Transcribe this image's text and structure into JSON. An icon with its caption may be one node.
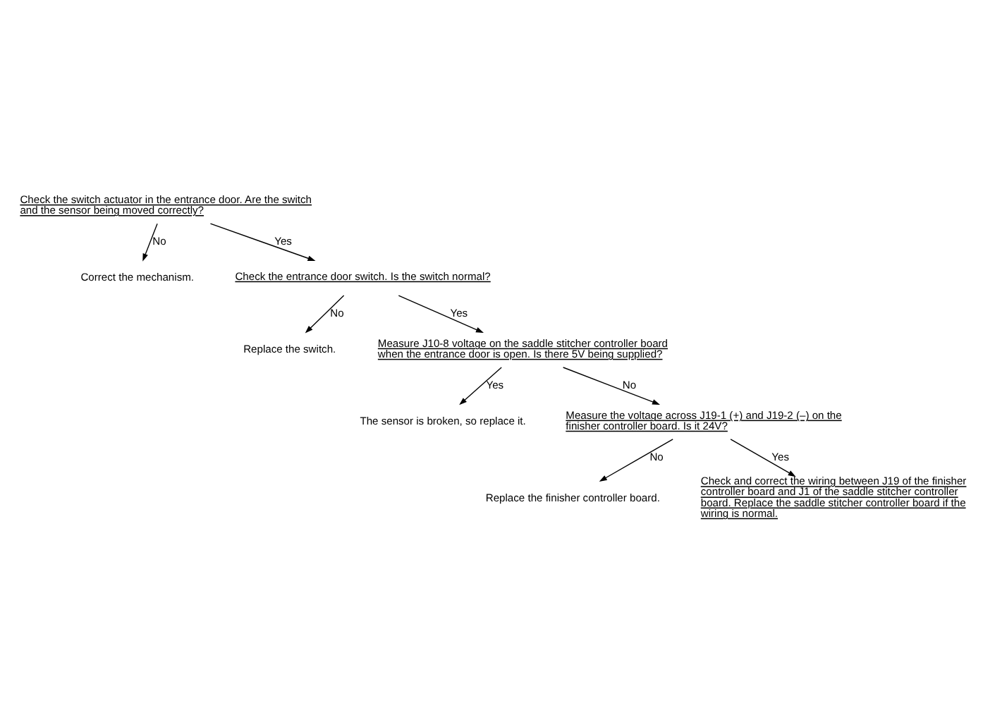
{
  "diagram": {
    "nodes": [
      {
        "text": [
          "Check the switch actuator in the entrance door. Are the switch and the sensor being moved correctly?"
        ]
      },
      {
        "text": [
          "Correct the mechanism."
        ]
      },
      {
        "text": [
          "Check the entrance door switch. Is the switch normal?"
        ]
      },
      {
        "text": [
          "Replace the switch."
        ]
      },
      {
        "text": [
          "Measure J10-8 voltage on the saddle stitcher controller board when the entrance door is open. Is there 5V being supplied?"
        ]
      },
      {
        "text": [
          "The sensor is broken, so replace it."
        ]
      },
      {
        "text": [
          "Measure the voltage across J19-1 (+) and J19-2 (–) on the finisher controller board. Is it 24V?"
        ]
      },
      {
        "text": [
          "Replace the finisher controller board."
        ]
      },
      {
        "text": [
          "Check and correct the wiring between J19 of the finisher controller board and J1 of the saddle stitcher controller board. Replace the saddle stitcher controller board if the wiring is normal."
        ]
      }
    ],
    "edges": [
      {
        "from": 0,
        "to": 1,
        "arrow": "to",
        "label": "No"
      },
      {
        "from": 0,
        "to": 2,
        "arrow": "to",
        "label": "Yes"
      },
      {
        "from": 2,
        "to": 3,
        "arrow": "to",
        "label": "No"
      },
      {
        "from": 2,
        "to": 4,
        "arrow": "to",
        "label": "Yes"
      },
      {
        "from": 4,
        "to": 5,
        "arrow": "to",
        "label": "Yes"
      },
      {
        "from": 4,
        "to": 6,
        "arrow": "to",
        "label": "No"
      },
      {
        "from": 6,
        "to": 7,
        "arrow": "to",
        "label": "No"
      },
      {
        "from": 6,
        "to": 8,
        "arrow": "to",
        "label": "Yes"
      }
    ]
  }
}
